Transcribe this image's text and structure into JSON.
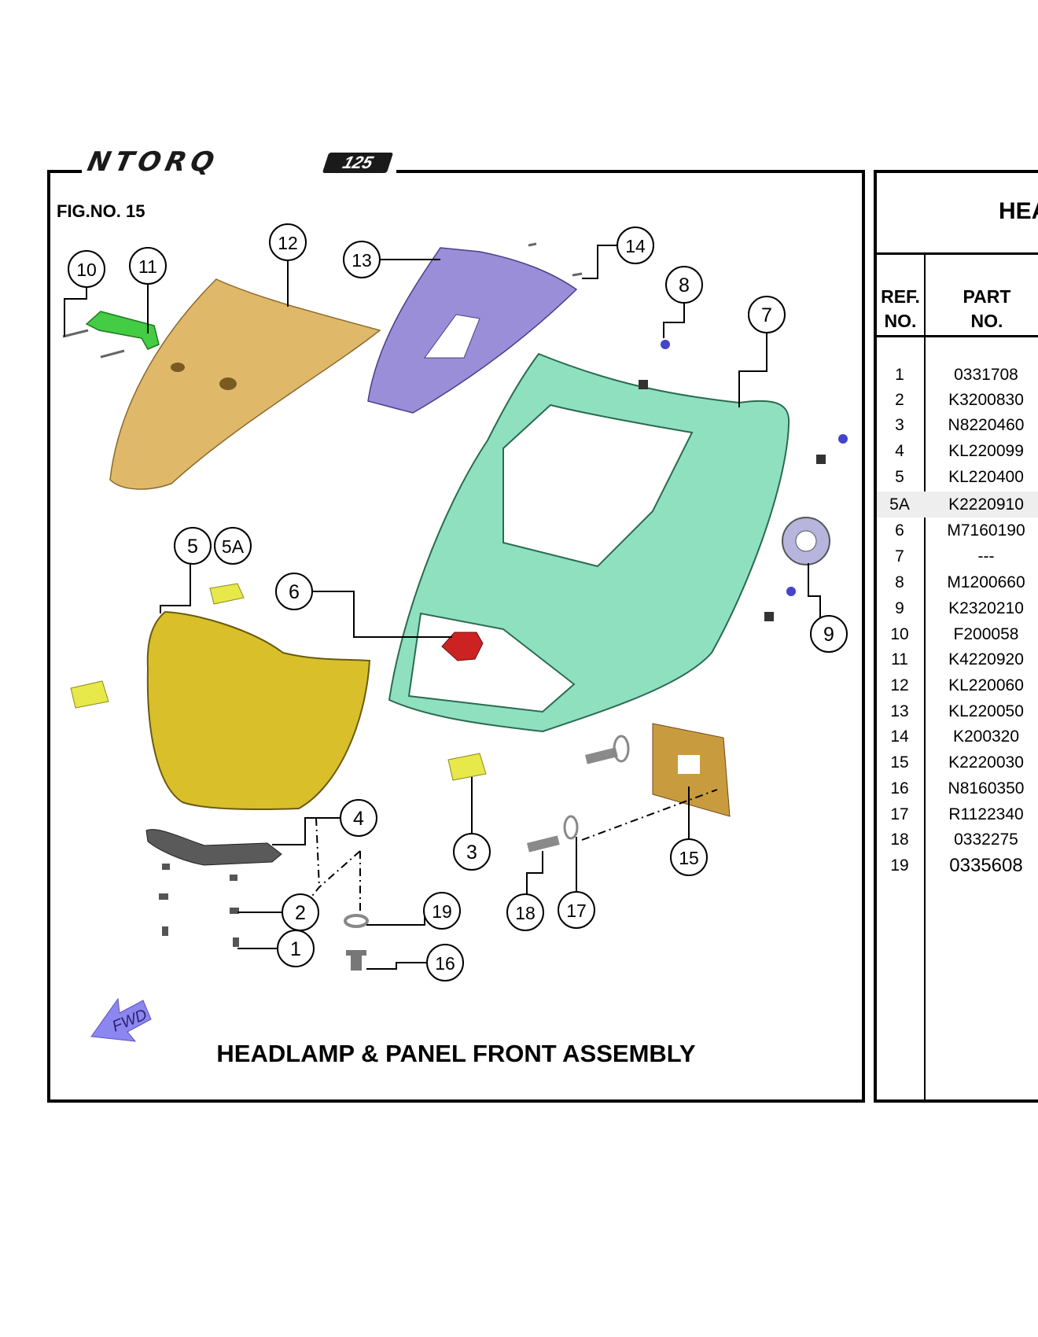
{
  "logo": {
    "brand": "NTORQ",
    "badge": "125"
  },
  "figure": {
    "number_label": "FIG.NO. 15",
    "caption": "HEADLAMP & PANEL FRONT ASSEMBLY",
    "fwd_label": "FWD"
  },
  "callouts": [
    "1",
    "2",
    "3",
    "4",
    "5",
    "5A",
    "6",
    "7",
    "8",
    "9",
    "10",
    "11",
    "12",
    "13",
    "14",
    "15",
    "16",
    "17",
    "18",
    "19"
  ],
  "table": {
    "title": "HEA",
    "header_ref": "REF.\nNO.",
    "header_part": "PART\nNO.",
    "rows": [
      {
        "ref": "1",
        "part": "0331708"
      },
      {
        "ref": "2",
        "part": "K3200830"
      },
      {
        "ref": "3",
        "part": "N8220460"
      },
      {
        "ref": "4",
        "part": "KL220099"
      },
      {
        "ref": "5",
        "part": "KL220400"
      },
      {
        "ref": "5A",
        "part": "K2220910"
      },
      {
        "ref": "6",
        "part": "M7160190"
      },
      {
        "ref": "7",
        "part": "---"
      },
      {
        "ref": "8",
        "part": "M1200660"
      },
      {
        "ref": "9",
        "part": "K2320210"
      },
      {
        "ref": "10",
        "part": "F200058"
      },
      {
        "ref": "11",
        "part": "K4220920"
      },
      {
        "ref": "12",
        "part": "KL220060"
      },
      {
        "ref": "13",
        "part": "KL220050"
      },
      {
        "ref": "14",
        "part": "K200320"
      },
      {
        "ref": "15",
        "part": "K2220030"
      },
      {
        "ref": "16",
        "part": "N8160350"
      },
      {
        "ref": "17",
        "part": "R1122340"
      },
      {
        "ref": "18",
        "part": "0332275"
      },
      {
        "ref": "19",
        "part": "0335608"
      }
    ]
  },
  "colors": {
    "visor": "#e0b86a",
    "inner_cover": "#9a8ed8",
    "front_panel": "#8fe0bf",
    "headlamp": "#d9c02a",
    "clip": "#e7e84a",
    "bracket": "#c99b3f",
    "holder": "#44cc44",
    "bulb": "#cc2222",
    "fwd_arrow": "#8c86f0"
  }
}
